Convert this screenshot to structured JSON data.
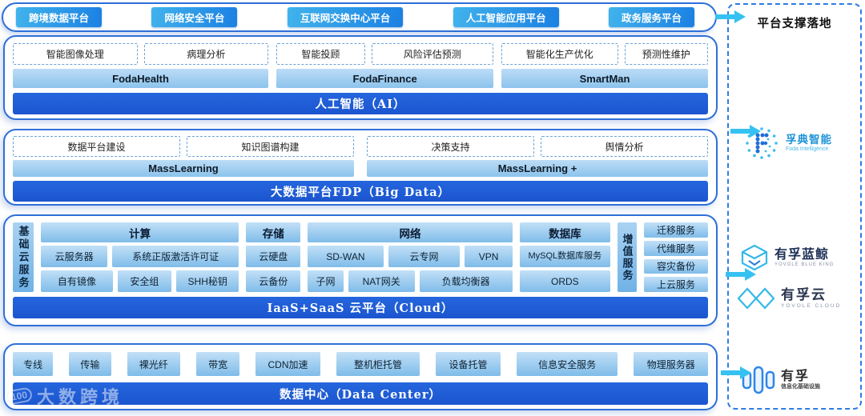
{
  "top": {
    "items": [
      "跨境数据平台",
      "网络安全平台",
      "互联网交换中心平台",
      "人工智能应用平台",
      "政务服务平台"
    ]
  },
  "right": {
    "title": "平台支撑落地",
    "foda_name": "孚典智能",
    "foda_caption": "Foda Intelligence",
    "whale_name": "有孚蓝鲸",
    "whale_caption": "YOVOLE BLUE KING",
    "cloud_name": "有孚云",
    "cloud_caption": "YOVOLE CLOUD",
    "youfu_name": "有孚",
    "youfu_caption": "信息化基础设施"
  },
  "ai": {
    "caps": [
      "智能图像处理",
      "病理分析",
      "智能投顾",
      "风险评估预测",
      "智能化生产优化",
      "预测性维护"
    ],
    "products": [
      "FodaHealth",
      "FodaFinance",
      "SmartMan"
    ],
    "bar": "人工智能（AI）"
  },
  "bigdata": {
    "caps": [
      "数据平台建设",
      "知识图谱构建",
      "决策支持",
      "舆情分析"
    ],
    "products": [
      "MassLearning",
      "MassLearning +"
    ],
    "bar": "大数据平台FDP（Big Data）"
  },
  "cloud": {
    "side_label": "基础云服务",
    "compute": {
      "header": "计算",
      "r1": [
        "云服务器",
        "系统正版激活许可证"
      ],
      "r2": [
        "自有镜像",
        "安全组",
        "SHH秘钥"
      ]
    },
    "storage": {
      "header": "存储",
      "r1": [
        "云硬盘"
      ],
      "r2": [
        "云备份"
      ]
    },
    "network": {
      "header": "网络",
      "r1": [
        "SD-WAN",
        "云专网",
        "VPN"
      ],
      "r2": [
        "子网",
        "NAT网关",
        "负载均衡器"
      ]
    },
    "database": {
      "header": "数据库",
      "r1": [
        "MySQL数据库服务"
      ],
      "r2": [
        "ORDS"
      ]
    },
    "value_label": "增值服务",
    "value_items": [
      "迁移服务",
      "代维服务",
      "容灾备份",
      "上云服务"
    ],
    "bar": "IaaS+SaaS 云平台（Cloud）"
  },
  "dc": {
    "items": [
      "专线",
      "传输",
      "裸光纤",
      "带宽",
      "CDN加速",
      "整机柜托管",
      "设备托管",
      "信息安全服务",
      "物理服务器"
    ],
    "bar": "数据中心（Data Center）"
  },
  "watermark": {
    "logo_text": "100",
    "brand": "大数跨境"
  },
  "colors": {
    "accent_blue": "#1e5ed8",
    "button_blue": "#1b80e2",
    "cell_blue": "#8cc3ec",
    "arrow_cyan": "#35c1f1",
    "border_blue": "#2e6fd8"
  }
}
